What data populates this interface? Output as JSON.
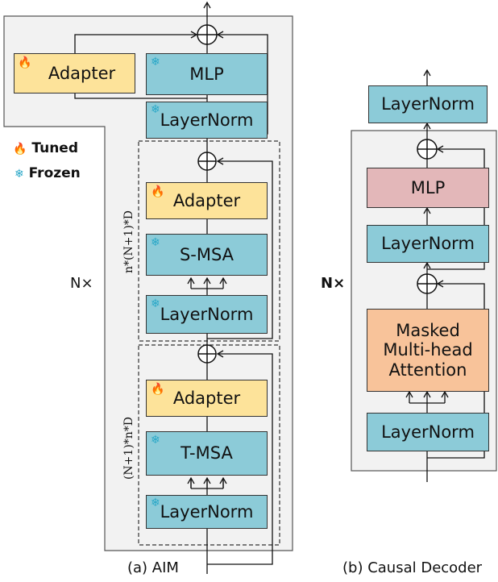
{
  "icons": {
    "tuned": "flame-icon",
    "frozen": "snowflake-icon"
  },
  "colors": {
    "frozen_block": "#8ccbd8",
    "adapter_block": "#fde39a",
    "mlp_decoder": "#e3b7b9",
    "attention_decoder": "#f8c39a",
    "panel": "#f2f2f2"
  },
  "flame_glyph": "🔥",
  "snow_glyph": "❄",
  "legend": {
    "tuned": "Tuned",
    "frozen": "Frozen"
  },
  "aim": {
    "caption": "(a) AIM",
    "repeat": "N×",
    "top": {
      "adapter": "Adapter",
      "mlp": "MLP",
      "layernorm": "LayerNorm"
    },
    "spatial": {
      "dim": "n*(N+1)*D",
      "adapter": "Adapter",
      "msa": "S-MSA",
      "layernorm": "LayerNorm"
    },
    "temporal": {
      "dim": "(N+1)*n*D",
      "adapter": "Adapter",
      "msa": "T-MSA",
      "layernorm": "LayerNorm"
    }
  },
  "decoder": {
    "caption": "(b) Causal Decoder",
    "repeat": "N×",
    "top_layernorm": "LayerNorm",
    "mlp": "MLP",
    "layernorm_mid": "LayerNorm",
    "attention": "Masked\nMulti-head\nAttention",
    "layernorm_bottom": "LayerNorm"
  }
}
